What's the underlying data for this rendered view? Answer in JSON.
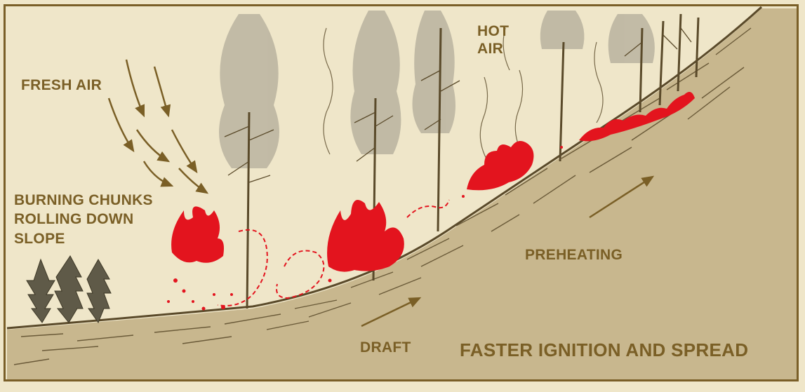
{
  "labels": {
    "fresh_air": "FRESH AIR",
    "hot_air_line1": "HOT",
    "hot_air_line2": "AIR",
    "burning_line1": "BURNING CHUNKS",
    "burning_line2": "ROLLING DOWN",
    "burning_line3": "SLOPE",
    "preheating": "PREHEATING",
    "draft": "DRAFT",
    "faster": "FASTER IGNITION AND SPREAD"
  },
  "colors": {
    "paper": "#efe6c9",
    "slope_fill": "#c8b78e",
    "ink": "#5a4a2a",
    "label_brown": "#7a5f26",
    "flame_red": "#e3141e",
    "smoke_gray": "#9c9788"
  }
}
